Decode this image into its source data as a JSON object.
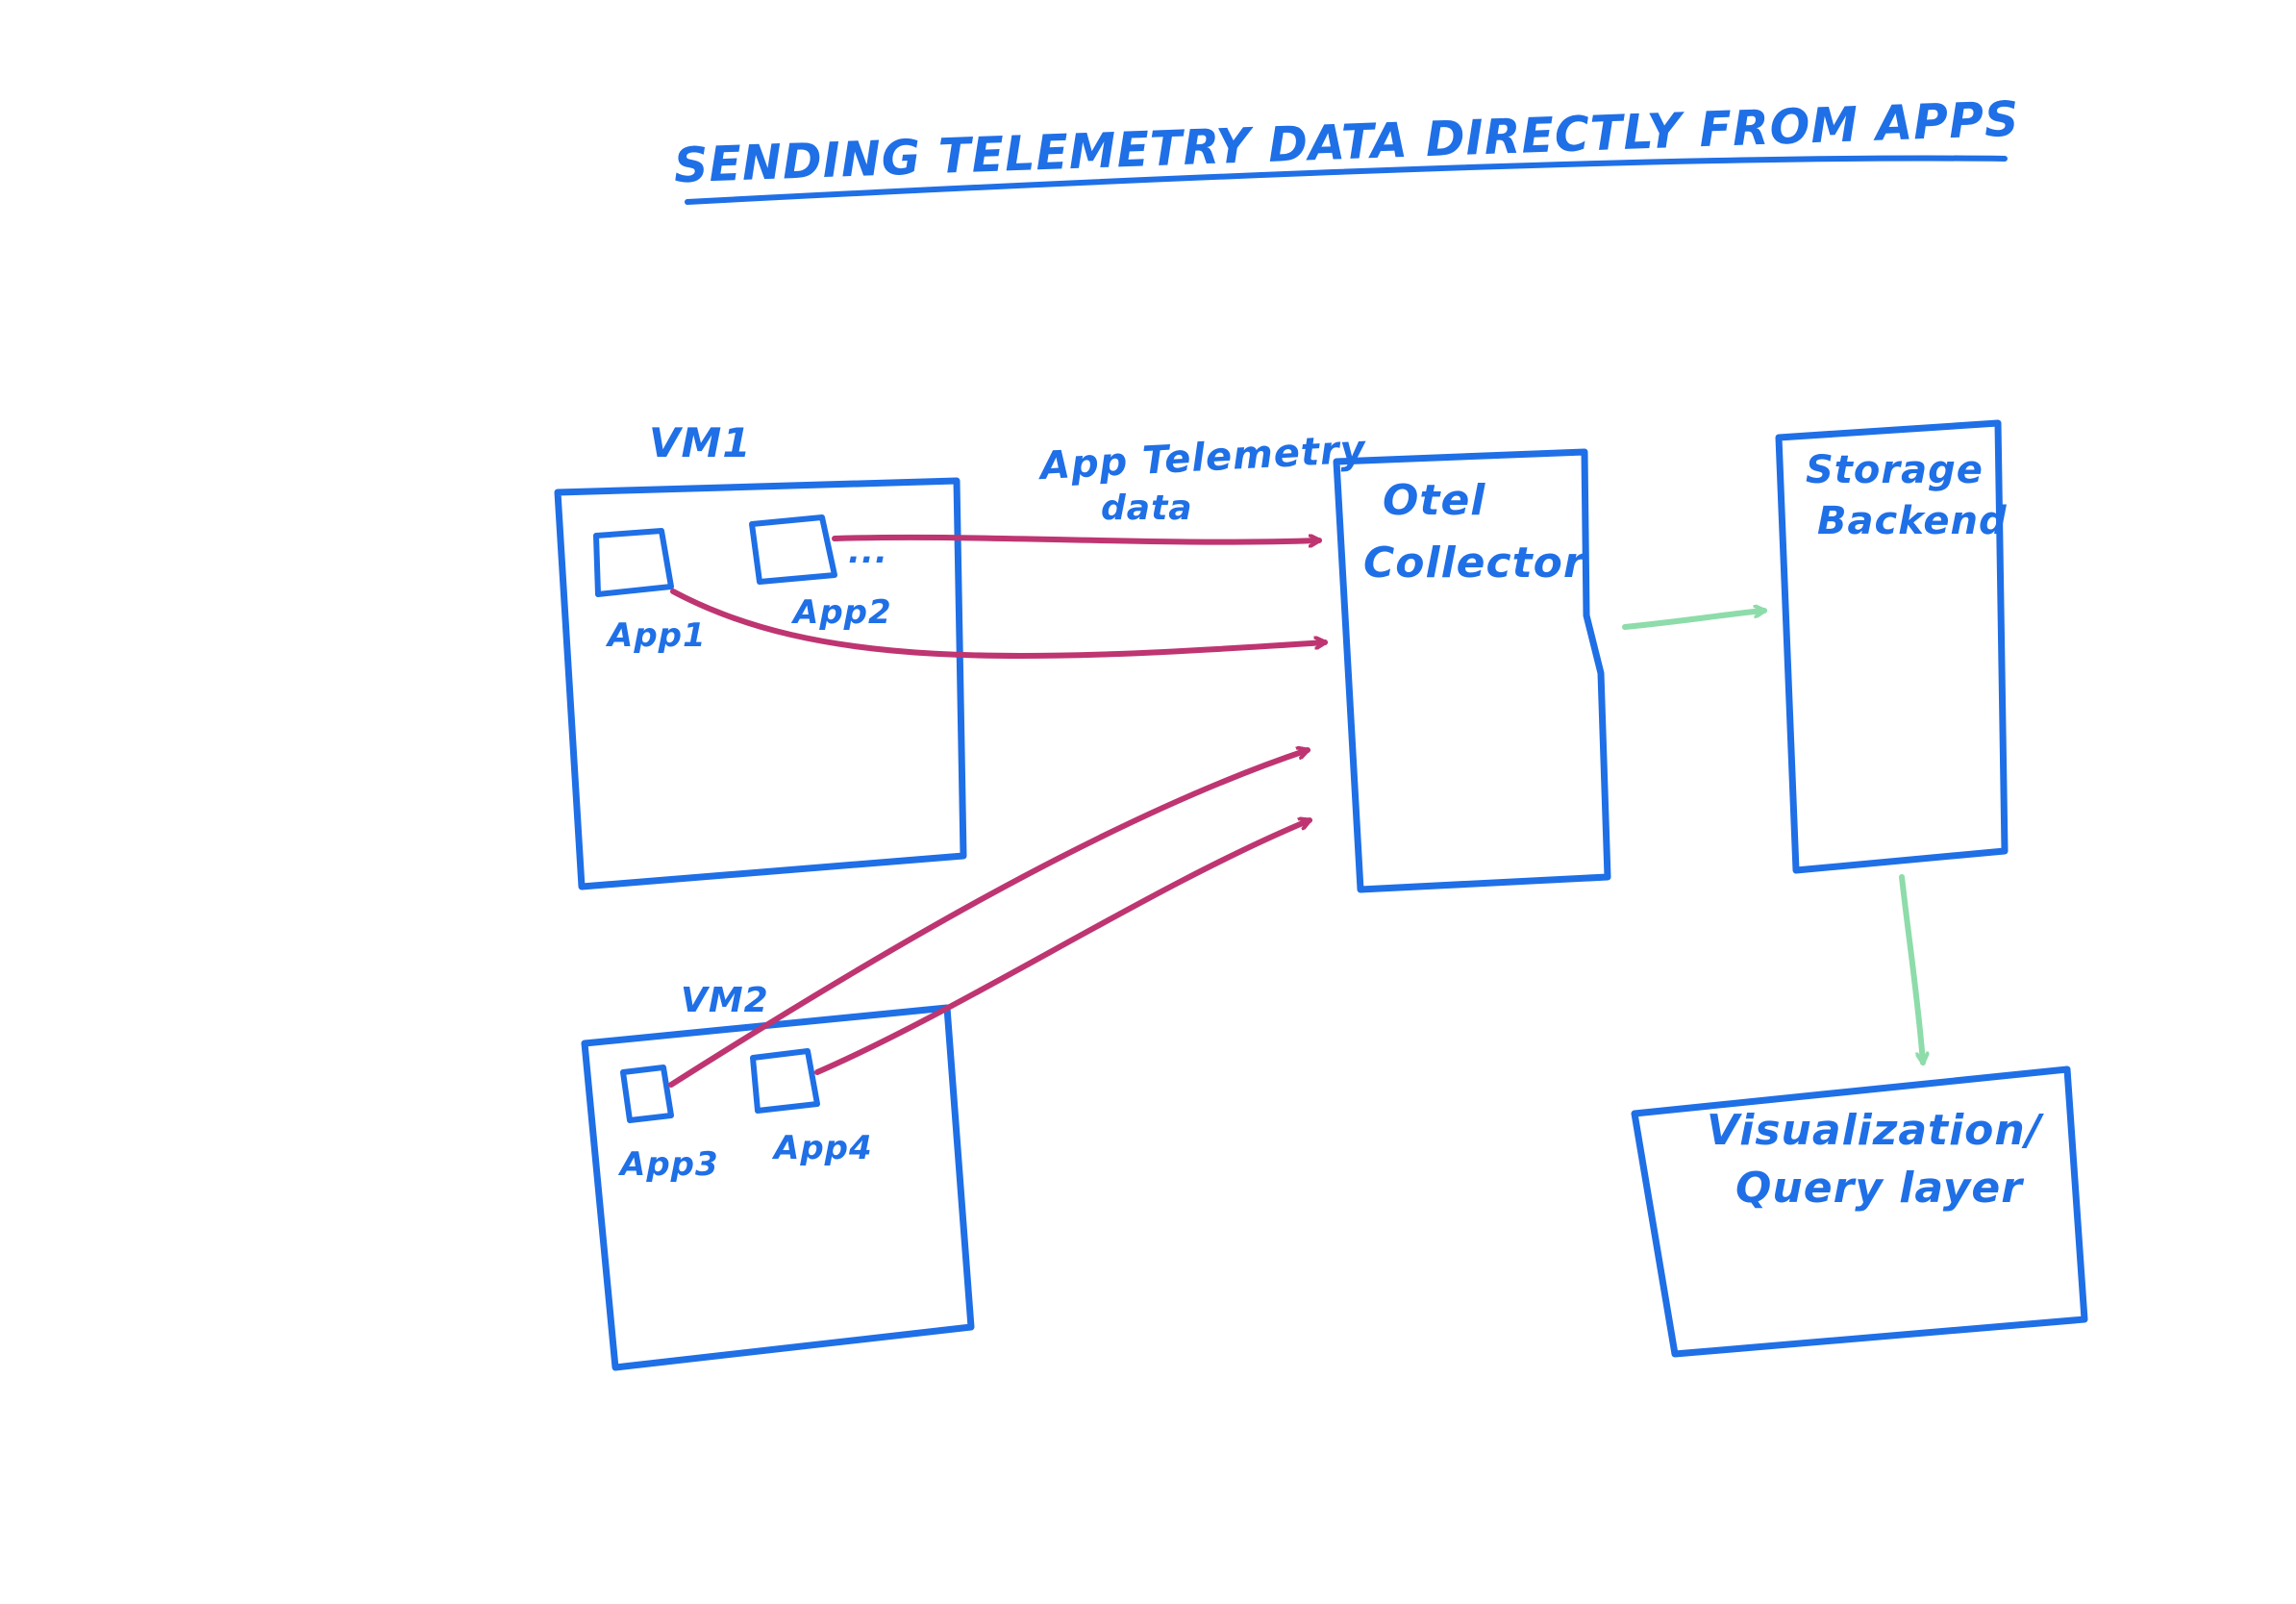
{
  "title": "SENDING TELEMETRY DATA DIRECTLY FROM APPS",
  "colors": {
    "ink": "#1f6fe6",
    "telemetry_arrow": "#be3571",
    "pipeline_arrow": "#8ddcaa",
    "background": "#ffffff"
  },
  "vms": [
    {
      "label": "VM1",
      "apps": [
        "App1",
        "App2"
      ],
      "more": "..."
    },
    {
      "label": "VM2",
      "apps": [
        "App3",
        "App4"
      ]
    }
  ],
  "flow_label": {
    "line1": "App Telemetry",
    "line2": "data"
  },
  "collector": {
    "line1": "Otel",
    "line2": "Collector"
  },
  "storage": {
    "line1": "Storage",
    "line2": "Backend"
  },
  "visualization": {
    "line1": "Visualization/",
    "line2": "Query layer"
  }
}
